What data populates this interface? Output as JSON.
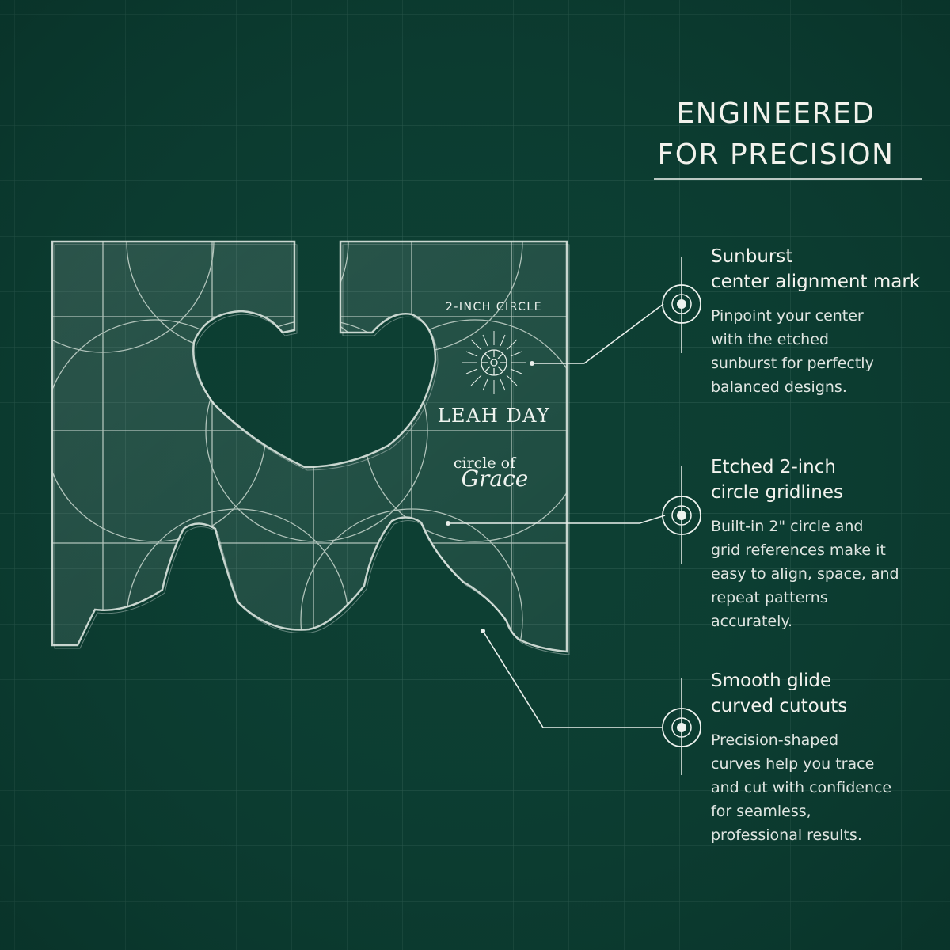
{
  "headline": {
    "line1": "ENGINEERED",
    "line2": "FOR PRECISION"
  },
  "ruler": {
    "label": "2-INCH CIRCLE",
    "brand": "LEAH DAY",
    "product_line1": "circle of",
    "product_line2": "Grace"
  },
  "features": [
    {
      "title1": "Sunburst",
      "title2": "center alignment mark",
      "desc": [
        "Pinpoint your center",
        "with the etched",
        "sunburst for perfectly",
        "balanced designs."
      ]
    },
    {
      "title1": "Etched 2-inch",
      "title2": "circle gridlines",
      "desc": [
        "Built-in 2\" circle and",
        "grid references make it",
        "easy to align, space, and",
        "repeat patterns",
        "accurately."
      ]
    },
    {
      "title1": "Smooth glide",
      "title2": "curved cutouts",
      "desc": [
        "Precision-shaped",
        "curves help you trace",
        "and cut with confidence",
        "for seamless,",
        "professional results."
      ]
    }
  ],
  "colors": {
    "background": "#0d3f33",
    "grid": "#5f8c7f",
    "text": "#f2f2ec"
  },
  "icons": [
    "target-icon",
    "target-icon",
    "target-icon",
    "sunburst-icon"
  ]
}
